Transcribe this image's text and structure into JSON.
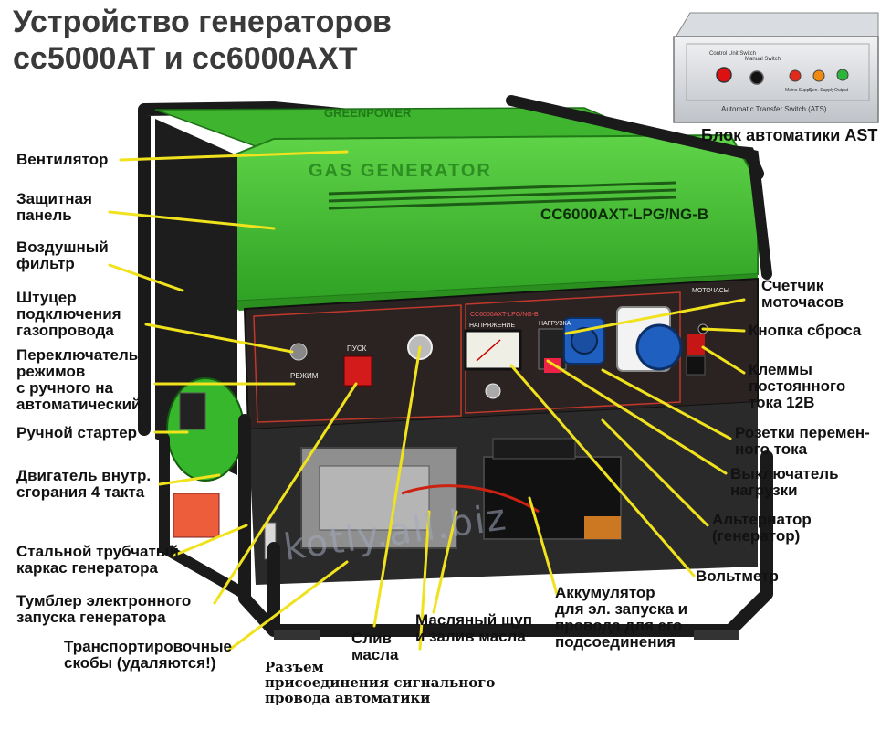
{
  "title_lines": [
    "Устройство генераторов",
    "cc5000AT и cc6000AXT"
  ],
  "ats": {
    "caption": "Блок автоматики AST",
    "panel_text": "Automatic Transfer Switch (ATS)",
    "control_unit_switch": "Control Unit Switch",
    "manual_switch": "Manual Switch",
    "led_labels": [
      "Mains Supply",
      "Gen. Supply",
      "Output"
    ]
  },
  "generator": {
    "model": "CC6000AXT-LPG/NG-B",
    "top_text": "GAS GENERATOR",
    "brand": "GREENPOWER",
    "panel_start": "ПУСК",
    "panel_mode": "РЕЖИМ",
    "panel_voltage": "НАПРЯЖЕНИЕ",
    "panel_load": "НАГРУЗКА",
    "panel_hours": "МОТОЧАСЫ",
    "panel_model_small": "CC6000AXT-LPG/NG-B"
  },
  "labels_left": [
    "Вентилятор",
    "Защитная\nпанель",
    "Воздушный\nфильтр",
    "Штуцер\nподключения\nгазопровода",
    "Переключатель\nрежимов\nс ручного на\nавтоматический",
    "Ручной стартер",
    "Двигатель внутр.\nсгорания 4 такта",
    "Стальной трубчатый\nкаркас генератора",
    "Тумблер электронного\nзапуска генератора",
    "Транспортировочные\nскобы (удаляются!)"
  ],
  "labels_right": [
    "Счетчик\nмоточасов",
    "Кнопка сброса",
    "Клеммы\nпостоянного\nтока 12В",
    "Розетки перемен-\nного тока",
    "Выключатель\nнагрузки",
    "Альтернатор\n(генератор)",
    "Вольтметр",
    "Аккумулятор\nдля эл. запуска и\nпровода для его\nподсоединения"
  ],
  "labels_bottom": [
    "Масляный щуп\nи залив масла",
    "Слив\nмасла",
    "Разъем\nприсоединения сигнального\nпровода автоматики"
  ],
  "watermark": "kotly.all.biz",
  "colors": {
    "generator_green": "#44c233",
    "frame_black": "#1a1a1a",
    "callout_yellow": "#f0e21c",
    "panel_dark": "#2b2222",
    "panel_red_line": "#c0392b",
    "socket_blue": "#1f5fbf"
  }
}
